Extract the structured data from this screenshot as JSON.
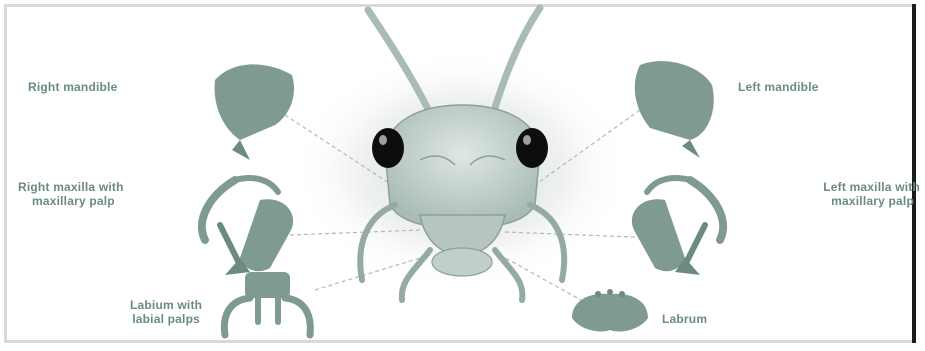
{
  "colors": {
    "part": "#7f9a92",
    "part_dark": "#5d7a72",
    "head": "#c9d6cf",
    "label": "#6b8b82",
    "leader": "#b7b7b7"
  },
  "labels": {
    "right_mandible": "Right mandible",
    "left_mandible": "Left mandible",
    "right_maxilla_1": "Right maxilla with",
    "right_maxilla_2": "maxillary palp",
    "left_maxilla_1": "Left maxilla with",
    "left_maxilla_2": "maxillary palp",
    "labium_1": "Labium with",
    "labium_2": "labial palps",
    "labrum": "Labrum"
  }
}
